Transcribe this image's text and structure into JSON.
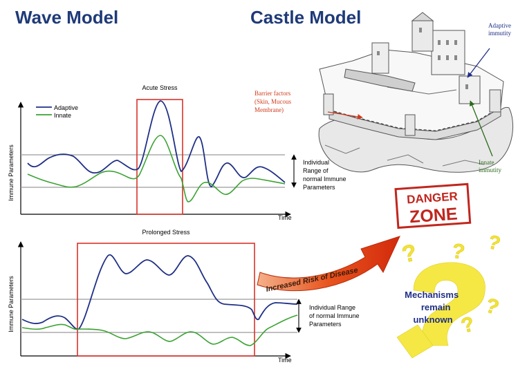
{
  "titles": {
    "wave": "Wave Model",
    "castle": "Castle Model"
  },
  "colors": {
    "adaptive": "#1f2f86",
    "innate": "#3aa232",
    "stress_box": "#d8322a",
    "title": "#1f3a78",
    "arrow": "#d93a14",
    "barrier_text": "#d23a1a",
    "innate_text": "#2a6a1a",
    "adaptive_text": "#1f2f86",
    "question": "#f2e23a"
  },
  "charts": {
    "acute": {
      "title": "Acute Stress",
      "ylabel": "Immune Parameters",
      "xlabel": "Time",
      "legend": [
        "Adaptive",
        "Innate"
      ],
      "range_label": [
        "Individual",
        "Range of",
        "normal Immune",
        "Parameters"
      ]
    },
    "prolonged": {
      "title": "Prolonged Stress",
      "ylabel": "Immune Parameters",
      "xlabel": "Time",
      "range_label": [
        "Individual Range",
        "of normal Immune",
        "Parameters"
      ]
    }
  },
  "castle": {
    "adaptive_label": [
      "Adaptive",
      "immutity"
    ],
    "innate_label": [
      "Innate",
      "immutity"
    ],
    "barrier_label": [
      "Barrier factors",
      "(Skin, Mucous",
      "Membrane)"
    ]
  },
  "arrow_label": "Increased Risk of Disease",
  "danger": {
    "line1": "DANGER",
    "line2": "ZONE"
  },
  "mechanisms": [
    "Mechanisms",
    "remain",
    "unknown"
  ]
}
